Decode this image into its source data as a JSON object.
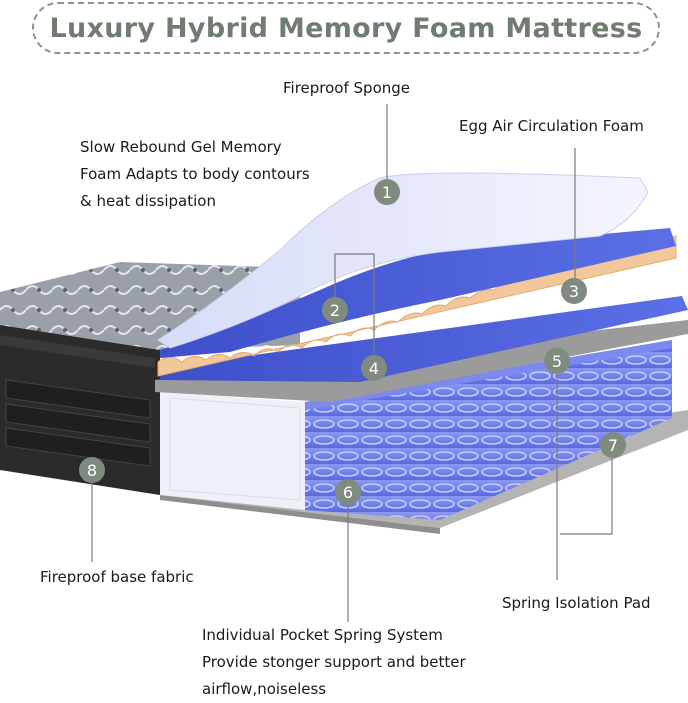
{
  "title": "Luxury Hybrid Memory Foam Mattress",
  "labels": {
    "fireproof_sponge": "Fireproof Sponge",
    "egg_foam": "Egg Air Circulation Foam",
    "gel_memory": [
      "Slow Rebound Gel Memory",
      "Foam Adapts to body contours",
      "& heat dissipation"
    ],
    "base_fabric": "Fireproof base fabric",
    "isolation_pad": "Spring Isolation Pad",
    "pocket_spring": [
      "Individual Pocket Spring System",
      "Provide stonger support and better",
      "airflow,noiseless"
    ]
  },
  "markers": [
    "1",
    "2",
    "3",
    "4",
    "5",
    "6",
    "7",
    "8"
  ],
  "colors": {
    "title_text": "#6f7c6f",
    "title_border": "#8a9488",
    "marker_fill": "#7f8b7f",
    "blue_layer": "#4a5fd6",
    "egg_foam": "#f3c89a",
    "springs": "#6f7fe8",
    "pad": "#a6a6a6",
    "mattress_dark": "#2a2a2a"
  }
}
